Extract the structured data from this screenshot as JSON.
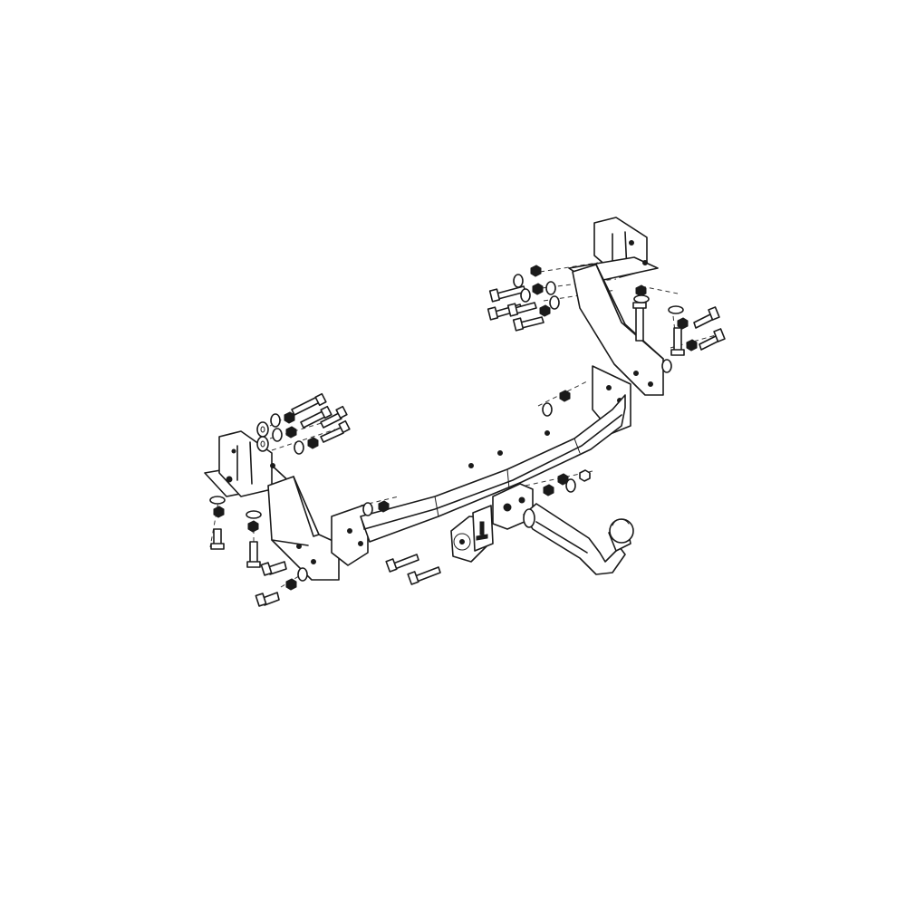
{
  "diagram": {
    "components": [
      "left-mounting-bracket",
      "right-mounting-bracket",
      "crossbar",
      "tow-ball-neck",
      "socket-plate",
      "bolt",
      "nut",
      "washer"
    ]
  }
}
